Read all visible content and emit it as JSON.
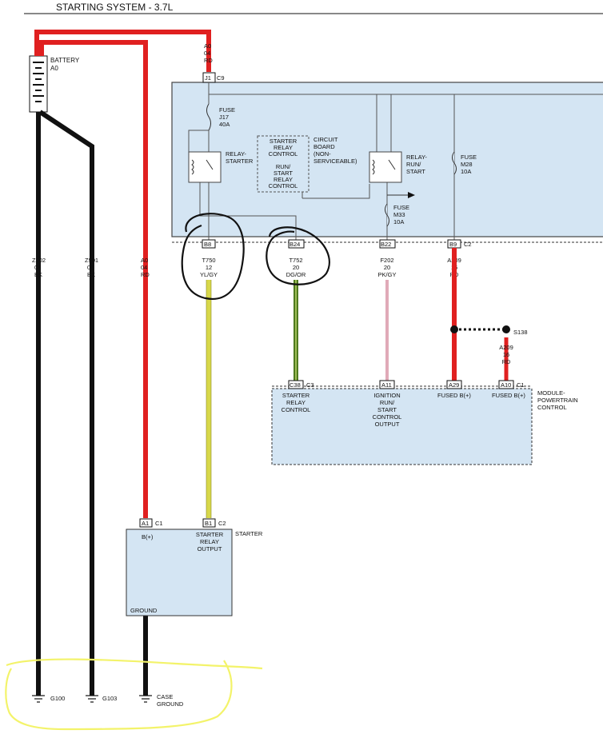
{
  "title": "STARTING SYSTEM - 3.7L",
  "battery": {
    "label": "BATTERY",
    "id": "A0"
  },
  "top_wire": {
    "lines": [
      "A0",
      "04",
      "RD"
    ],
    "connector": "J1",
    "conn_id": "C9"
  },
  "fuse_j17": {
    "lines": [
      "FUSE",
      "J17",
      "40A"
    ]
  },
  "relay_starter": {
    "lines": [
      "RELAY-",
      "STARTER"
    ]
  },
  "circuit_board": {
    "box": [
      "STARTER",
      "RELAY",
      "CONTROL",
      "",
      "RUN/",
      "START",
      "RELAY",
      "CONTROL"
    ],
    "note": [
      "CIRCUIT",
      "BOARD",
      "(NON-",
      "SERVICEABLE)"
    ]
  },
  "relay_run_start": {
    "lines": [
      "RELAY-",
      "RUN/",
      "START"
    ]
  },
  "fuse_m28": {
    "lines": [
      "FUSE",
      "M28",
      "10A"
    ]
  },
  "fuse_m33": {
    "lines": [
      "FUSE",
      "M33",
      "10A"
    ]
  },
  "pdc_pins": {
    "p1": "B8",
    "p2": "B24",
    "p3": "B22",
    "p4": "B9",
    "conn_id": "C2"
  },
  "wires": {
    "z902": [
      "Z902",
      "04",
      "BK"
    ],
    "z901": [
      "Z901",
      "06",
      "BK"
    ],
    "a0": [
      "A0",
      "04",
      "RD"
    ],
    "t750": [
      "T750",
      "12",
      "YL/GY"
    ],
    "t752": [
      "T752",
      "20",
      "DG/OR"
    ],
    "f202": [
      "F202",
      "20",
      "PK/GY"
    ],
    "a209": [
      "A209",
      "16",
      "RD"
    ],
    "a209b": [
      "A209",
      "16",
      "RD"
    ]
  },
  "splice": "S138",
  "pcm": {
    "label": [
      "MODULE-",
      "POWERTRAIN",
      "CONTROL"
    ],
    "pins": {
      "c38": "C38",
      "c3": "C3",
      "a11": "A11",
      "a29": "A29",
      "a10": "A10",
      "c1": "C1"
    },
    "inputs": {
      "src": [
        "STARTER",
        "RELAY",
        "CONTROL"
      ],
      "ign": [
        "IGNITION",
        "RUN/",
        "START",
        "CONTROL",
        "OUTPUT"
      ],
      "fb1": "FUSED B(+)",
      "fb2": "FUSED B(+)"
    }
  },
  "starter": {
    "label": "STARTER",
    "pin_a1": "A1",
    "conn_c1": "C1",
    "pin_b1": "B1",
    "conn_c2": "C2",
    "bplus": "B(+)",
    "relay_output": [
      "STARTER",
      "RELAY",
      "OUTPUT"
    ],
    "ground": "GROUND"
  },
  "grounds": {
    "g100": "G100",
    "g103": "G103",
    "case": [
      "CASE",
      "GROUND"
    ]
  },
  "colors": {
    "red_wire": "#e02020",
    "black_wire": "#111111",
    "box_fill": "#d4e5f3",
    "highlight": "#f3f36a",
    "yellow_wire": "#d8d84a",
    "green_wire": "#4e7a1e",
    "pink_wire": "#e0aab8"
  }
}
